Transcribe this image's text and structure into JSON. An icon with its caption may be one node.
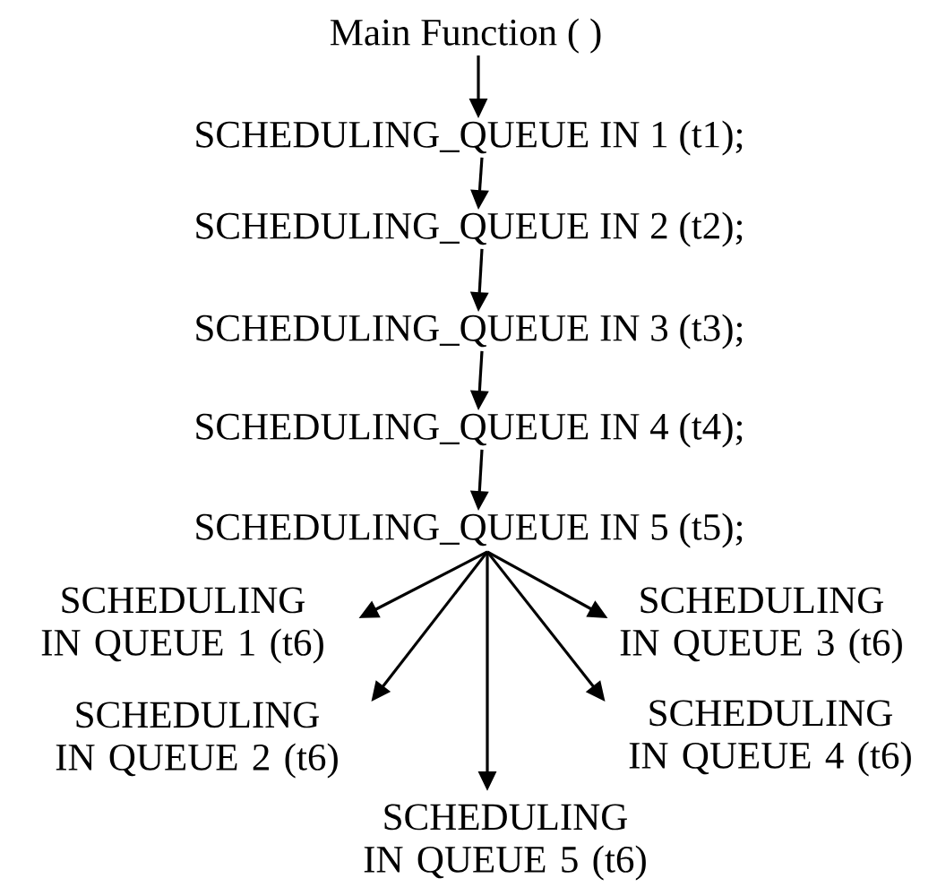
{
  "diagram": {
    "nodes": [
      {
        "text": [
          "Main Function ( )"
        ]
      },
      {
        "text": [
          "SCHEDULING_QUEUE IN 1 (t1);"
        ]
      },
      {
        "text": [
          "SCHEDULING_QUEUE IN 2 (t2);"
        ]
      },
      {
        "text": [
          "SCHEDULING_QUEUE IN 3 (t3);"
        ]
      },
      {
        "text": [
          "SCHEDULING_QUEUE IN 4 (t4);"
        ]
      },
      {
        "text": [
          "SCHEDULING_QUEUE IN 5 (t5);"
        ]
      },
      {
        "text": [
          "SCHEDULING IN QUEUE 1 (t6)"
        ]
      },
      {
        "text": [
          "SCHEDULING IN QUEUE 3 (t6)"
        ]
      },
      {
        "text": [
          "SCHEDULING IN QUEUE 2 (t6)"
        ]
      },
      {
        "text": [
          "SCHEDULING IN QUEUE 4 (t6)"
        ]
      },
      {
        "text": [
          "SCHEDULING IN QUEUE 5 (t6)"
        ]
      }
    ],
    "edges": [
      {
        "from": 0,
        "to": 1,
        "arrow": "to"
      },
      {
        "from": 1,
        "to": 2,
        "arrow": "to"
      },
      {
        "from": 2,
        "to": 3,
        "arrow": "to"
      },
      {
        "from": 3,
        "to": 4,
        "arrow": "to"
      },
      {
        "from": 4,
        "to": 5,
        "arrow": "to"
      },
      {
        "from": 5,
        "to": 6,
        "arrow": "to"
      },
      {
        "from": 5,
        "to": 8,
        "arrow": "to"
      },
      {
        "from": 5,
        "to": 10,
        "arrow": "to"
      },
      {
        "from": 5,
        "to": 7,
        "arrow": "to"
      },
      {
        "from": 5,
        "to": 9,
        "arrow": "to"
      }
    ]
  }
}
